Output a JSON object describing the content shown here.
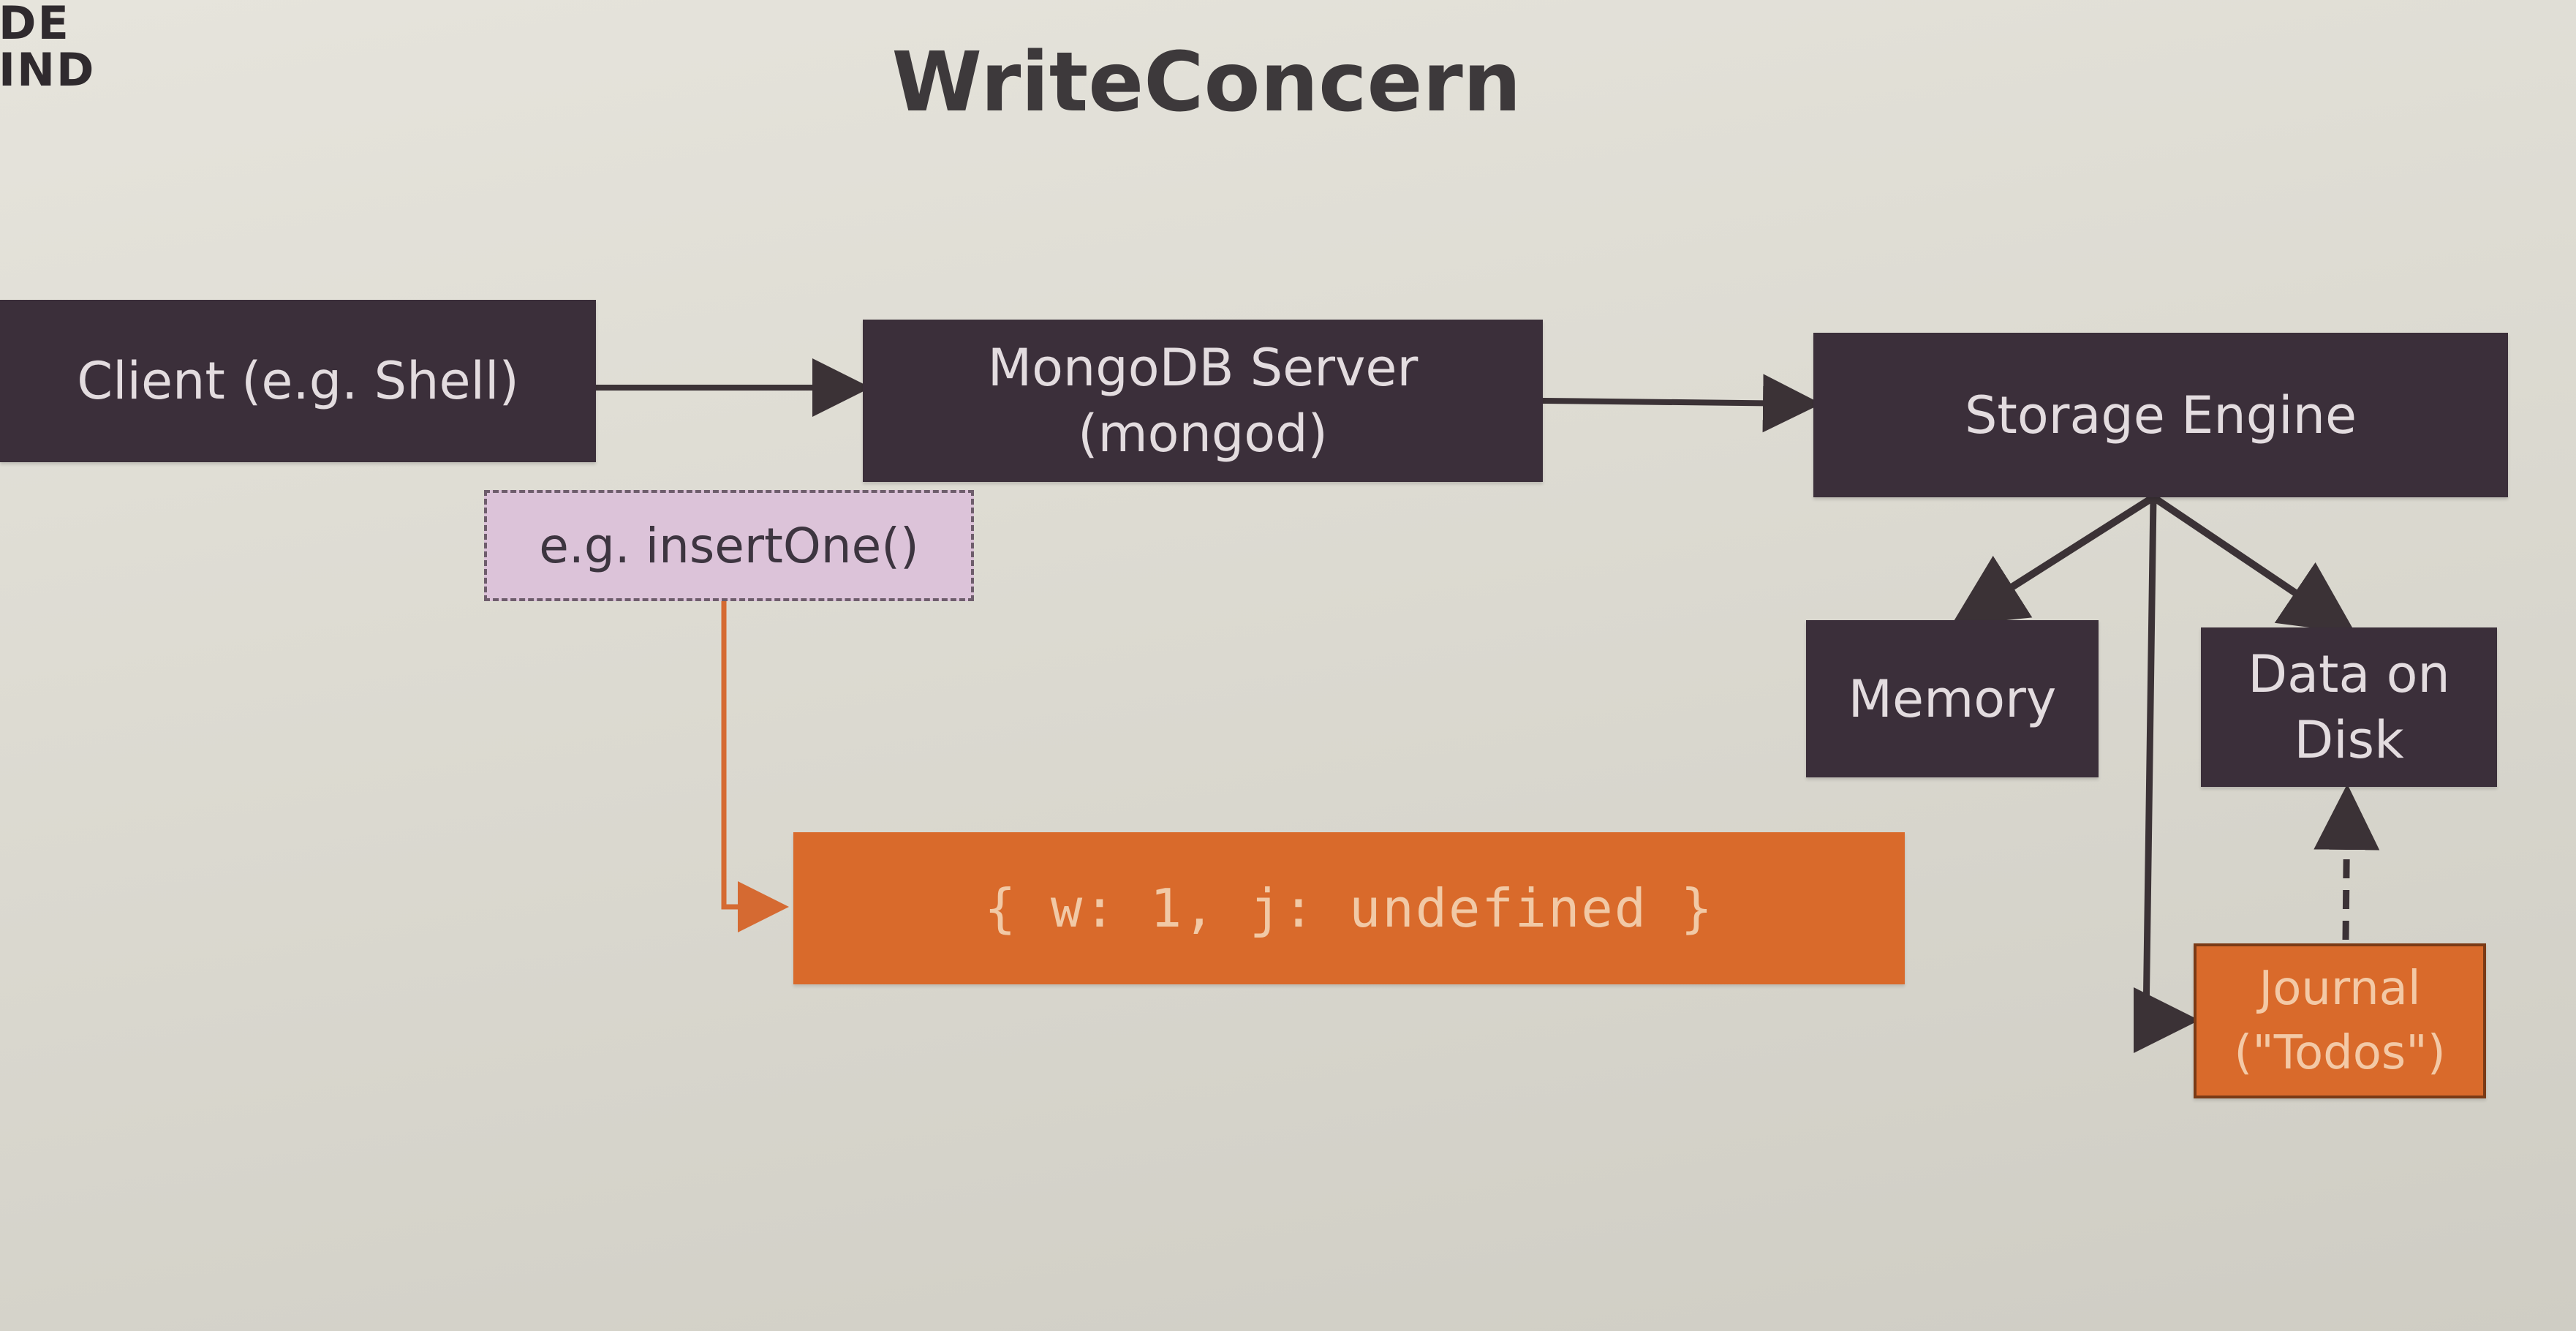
{
  "logo": {
    "line1": "DE",
    "line2": "IND"
  },
  "title": "WriteConcern",
  "boxes": {
    "client": "Client (e.g. Shell)",
    "server": "MongoDB Server\n(mongod)",
    "storage": "Storage Engine",
    "memory": "Memory",
    "disk": "Data on\nDisk"
  },
  "call": "e.g. insertOne()",
  "write_concern": "{ w: 1, j: undefined }",
  "journal": "Journal\n(\"Todos\")",
  "colors": {
    "dark_box": "#3b2f3a",
    "orange": "#d96a2b",
    "call_box": "#dcc3d9",
    "background": "#e2e0d8"
  }
}
